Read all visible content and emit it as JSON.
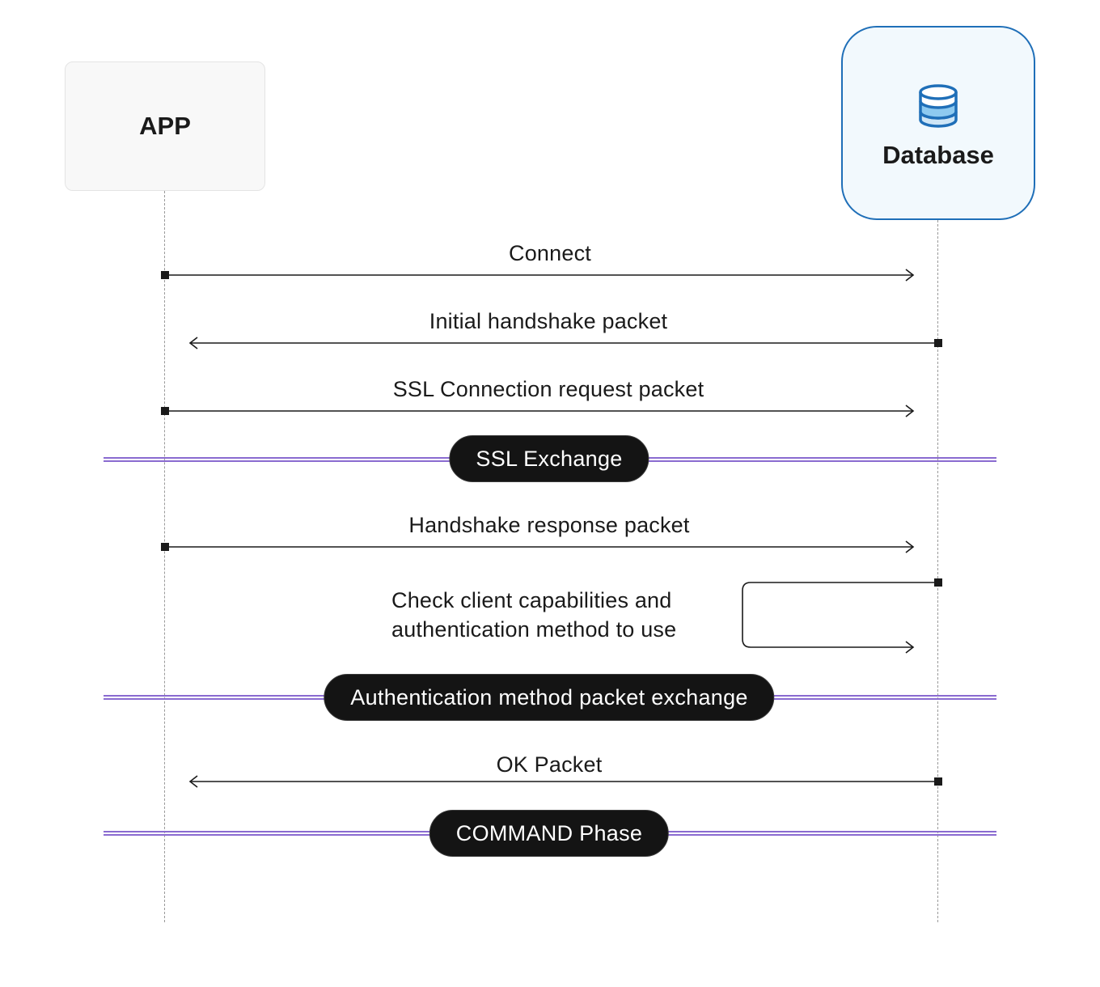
{
  "participants": {
    "app": {
      "label": "APP"
    },
    "database": {
      "label": "Database",
      "icon": "database-icon",
      "accent_color": "#1f6fb8"
    }
  },
  "messages": [
    {
      "id": "connect",
      "label": "Connect",
      "direction": "app-to-database"
    },
    {
      "id": "initial-handshake",
      "label": "Initial handshake packet",
      "direction": "database-to-app"
    },
    {
      "id": "ssl-request",
      "label": "SSL Connection request packet",
      "direction": "app-to-database"
    },
    {
      "id": "handshake-response",
      "label": "Handshake response packet",
      "direction": "app-to-database"
    },
    {
      "id": "ok-packet",
      "label": "OK Packet",
      "direction": "database-to-app"
    }
  ],
  "self_message": {
    "line1": "Check client capabilities and",
    "line2": "authentication method to use",
    "participant": "database"
  },
  "phases": [
    {
      "id": "ssl-exchange",
      "label": "SSL Exchange"
    },
    {
      "id": "auth-exchange",
      "label": "Authentication method packet exchange"
    },
    {
      "id": "command-phase",
      "label": "COMMAND Phase"
    }
  ],
  "colors": {
    "phase_divider": "#8a6bd0",
    "phase_pill": "#141414",
    "database_fill": "#f2f9fd",
    "app_fill": "#f8f8f8"
  }
}
